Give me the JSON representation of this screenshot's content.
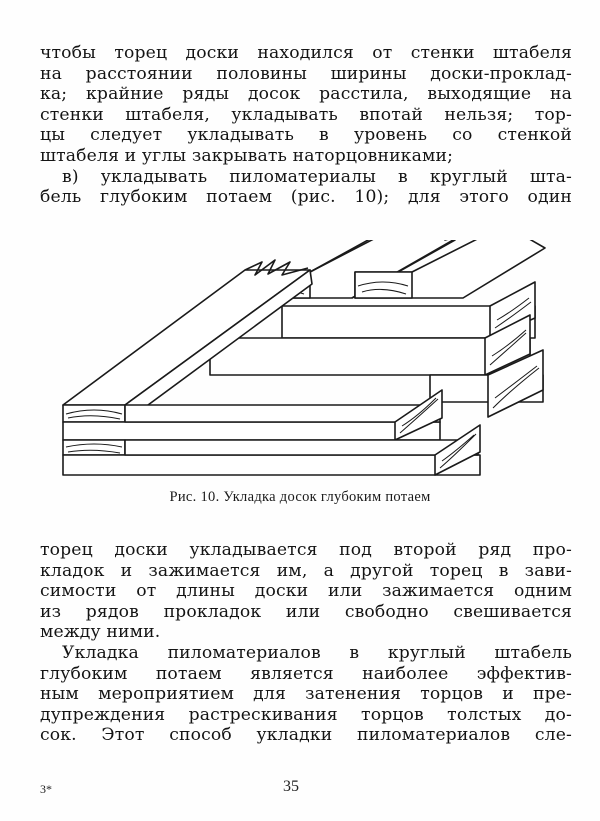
{
  "page": {
    "number": "35",
    "signature_mark": "3*"
  },
  "top_text": {
    "lines": [
      "чтобы торец доски находился от стенки штабеля",
      "на расстоянии половины ширины доски-проклад-",
      "ка; крайние ряды досок расстила, выходящие на",
      "стенки штабеля, укладывать впотай нельзя; тор-",
      "цы следует укладывать в уровень со стенкой",
      "штабеля и углы закрывать наторцовниками;",
      "в) укладывать пиломатериалы в круглый шта-",
      "бель глубоким потаем (рис. 10); для этого один"
    ]
  },
  "figure": {
    "caption": "Рис. 10. Укладка досок глубоким потаем",
    "description": "Boards stacked in a round stack with deep overlap"
  },
  "bottom_text": {
    "lines": [
      "торец доски укладывается под второй ряд про-",
      "кладок и зажимается им, а другой торец в зави-",
      "симости от длины доски или зажимается одним",
      "из рядов прокладок или свободно свешивается",
      "между ними.",
      "Укладка пиломатериалов в круглый штабель",
      "глубоким потаем является наиболее эффектив-",
      "ным мероприятием для затенения торцов и пре-",
      "дупреждения растрескивания торцов толстых до-",
      "сок. Этот способ укладки пиломатериалов сле-"
    ]
  }
}
